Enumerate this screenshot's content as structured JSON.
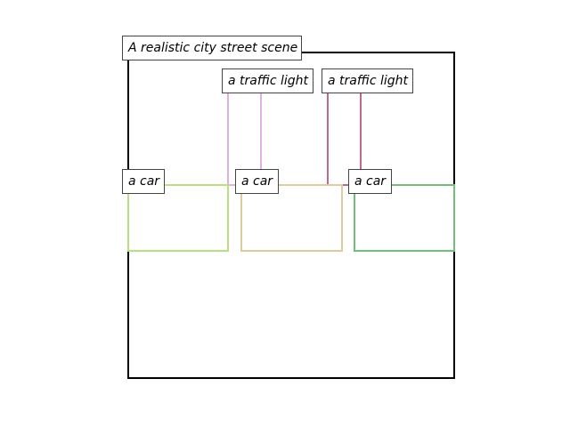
{
  "scene": {
    "caption": "A realistic city street scene",
    "frame_color": "#000000"
  },
  "objects": [
    {
      "label": "a traffic light",
      "color": "#e0b0e0"
    },
    {
      "label": "a traffic light",
      "color": "#c06890"
    },
    {
      "label": "a car",
      "color": "#b8e080"
    },
    {
      "label": "a car",
      "color": "#dccca0"
    },
    {
      "label": "a car",
      "color": "#70c078"
    }
  ]
}
